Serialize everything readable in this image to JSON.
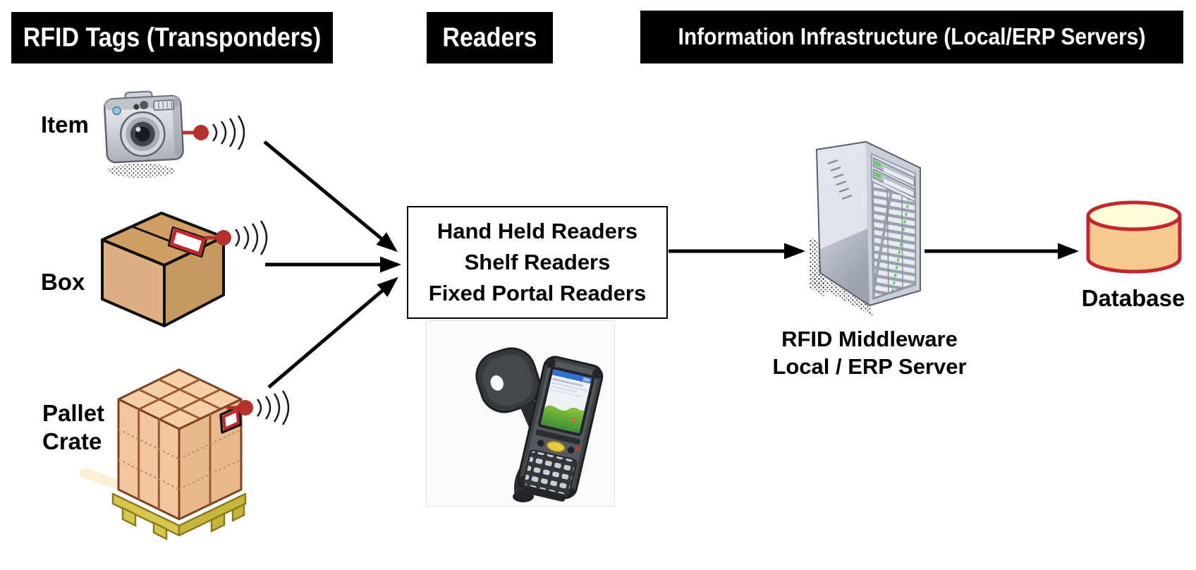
{
  "headers": {
    "tags": "RFID Tags (Transponders)",
    "readers": "Readers",
    "infrastructure": "Information Infrastructure (Local/ERP Servers)"
  },
  "tags_column": {
    "items": [
      {
        "label": "Item",
        "icon": "camera-icon"
      },
      {
        "label": "Box",
        "icon": "cardboard-box-icon"
      },
      {
        "label_lines": [
          "Pallet",
          "Crate"
        ],
        "icon": "pallet-crate-icon"
      }
    ],
    "tag_signal_icon": "rfid-tag-signal-icon"
  },
  "readers_box": {
    "lines": [
      "Hand Held Readers",
      "Shelf Readers",
      "Fixed Portal Readers"
    ]
  },
  "reader_device_icon": "handheld-rfid-reader-icon",
  "middleware": {
    "icon": "server-tower-icon",
    "lines": [
      "RFID Middleware",
      "Local / ERP Server"
    ]
  },
  "database": {
    "icon": "database-cylinder-icon",
    "label": "Database"
  },
  "colors": {
    "header_bg": "#000000",
    "header_text": "#ffffff",
    "rfid_tag_red": "#b5312b",
    "tag_label_border_red": "#c1272d",
    "cardboard_tan": "#ddb084",
    "pallet_box_tan": "#f2c79e",
    "pallet_wood_yellow": "#d6c84f",
    "database_body": "#f6c98f",
    "database_top": "#fffcd8",
    "database_outline": "#c1272d",
    "server_gray": "#c9cfd8",
    "led_green": "#4fd24f",
    "arrow_black": "#000000"
  }
}
